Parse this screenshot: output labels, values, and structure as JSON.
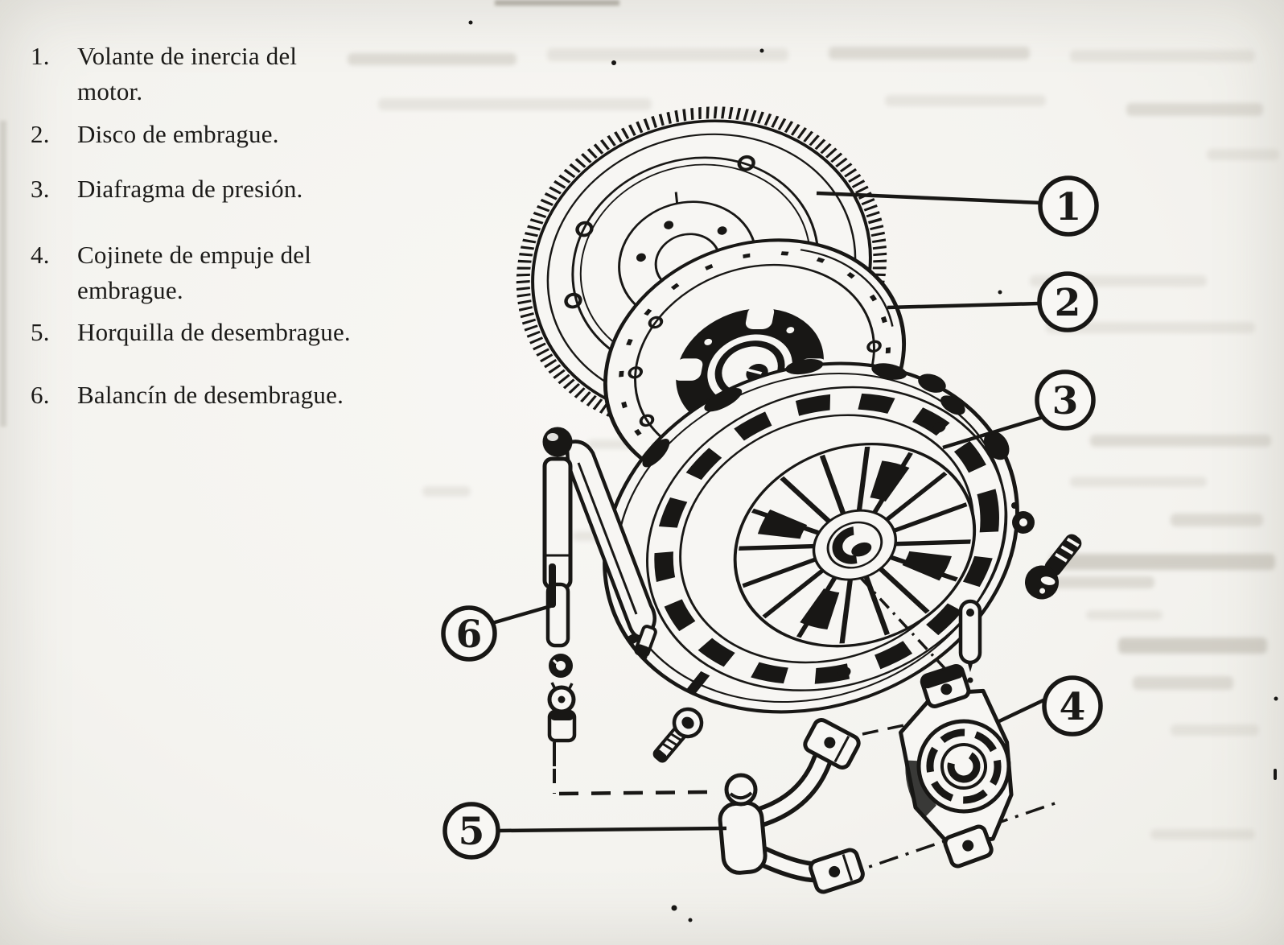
{
  "page": {
    "kind": "scanned manual page",
    "language": "es",
    "background": "#f5f4f1",
    "ink": "#181715"
  },
  "legend": {
    "items": [
      {
        "number": "1.",
        "label": "Volante de inercia del\nmotor."
      },
      {
        "number": "2.",
        "label": "Disco de embrague."
      },
      {
        "number": "3.",
        "label": "Diafragma de presión."
      },
      {
        "number": "4.",
        "label": "Cojinete de empuje del\nembrague."
      },
      {
        "number": "5.",
        "label": "Horquilla de desembrague."
      },
      {
        "number": "6.",
        "label": "Balancín de desembrague."
      }
    ]
  },
  "diagram": {
    "type": "exploded-view",
    "subject": "clutch assembly (embrague)",
    "callouts": [
      {
        "label": "1",
        "part": "engine-flywheel"
      },
      {
        "label": "2",
        "part": "clutch-disc"
      },
      {
        "label": "3",
        "part": "pressure-diaphragm"
      },
      {
        "label": "4",
        "part": "clutch-release-bearing"
      },
      {
        "label": "5",
        "part": "release-fork"
      },
      {
        "label": "6",
        "part": "release-rocker"
      }
    ]
  }
}
